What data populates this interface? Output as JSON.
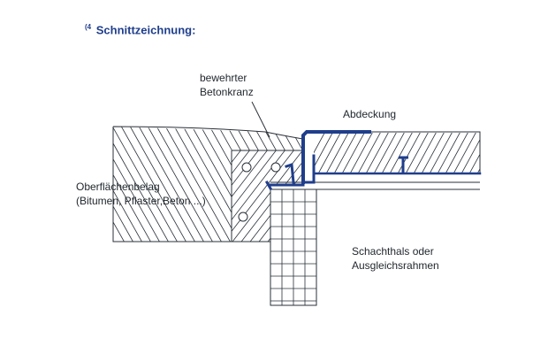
{
  "title": {
    "number": "(4",
    "text": "Schnittzeichnung:"
  },
  "labels": {
    "beton_line1": "bewehrter",
    "beton_line2": "Betonkranz",
    "abdeckung": "Abdeckung",
    "ober_line1": "Oberflächenbelag",
    "ober_line2": "(Bitumen, Pflaster,Beton ...)",
    "schacht_line1": "Schachthals oder",
    "schacht_line2": "Ausgleichsrahmen"
  },
  "colors": {
    "line": "#2a3138",
    "frame": "#1f3e8c",
    "title": "#1f3e8c"
  }
}
